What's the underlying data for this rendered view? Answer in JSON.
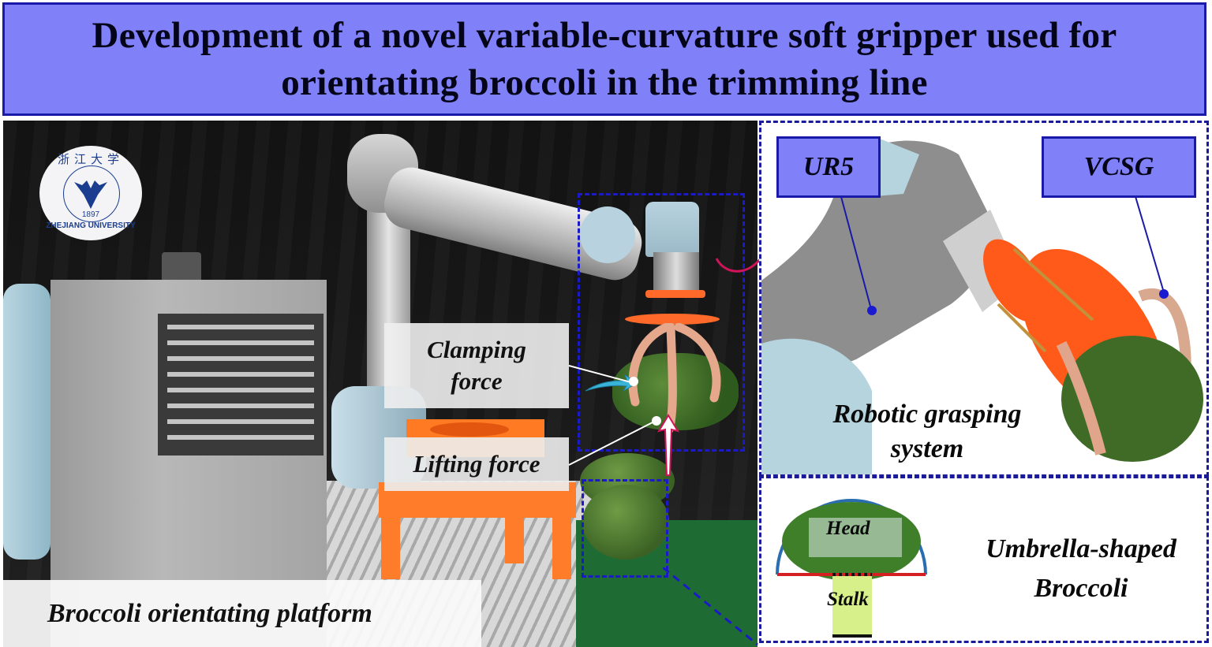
{
  "header": {
    "title_line1": "Development of a novel variable-curvature soft gripper used for",
    "title_line2": "orientating broccoli in the trimming line",
    "bg_color": "#8080f8",
    "border_color": "#1a1aa8"
  },
  "logo": {
    "chinese_name": "浙江大学",
    "year": "1897",
    "name": "ZHEJIANG UNIVERSITY",
    "color": "#1a3d8f"
  },
  "left_photo": {
    "callouts": {
      "clamping_line1": "Clamping",
      "clamping_line2": "force",
      "lifting": "Lifting force"
    },
    "platform_label": "Broccoli orientating platform"
  },
  "right_top_panel": {
    "label_ur5": "UR5",
    "label_vcsg": "VCSG",
    "caption_line1": "Robotic grasping",
    "caption_line2": "system"
  },
  "right_bottom_panel": {
    "head_label": "Head",
    "stalk_label": "Stalk",
    "caption_line1": "Umbrella-shaped",
    "caption_line2": "Broccoli"
  },
  "colors": {
    "dashed_border": "#1a1ac8",
    "gripper_orange": "#ff6a2a",
    "arrow_magenta": "#d0145a",
    "arrow_cyan": "#3ab4d6",
    "umbrella_arc": "#2a6db0",
    "umbrella_base": "#d42020"
  }
}
